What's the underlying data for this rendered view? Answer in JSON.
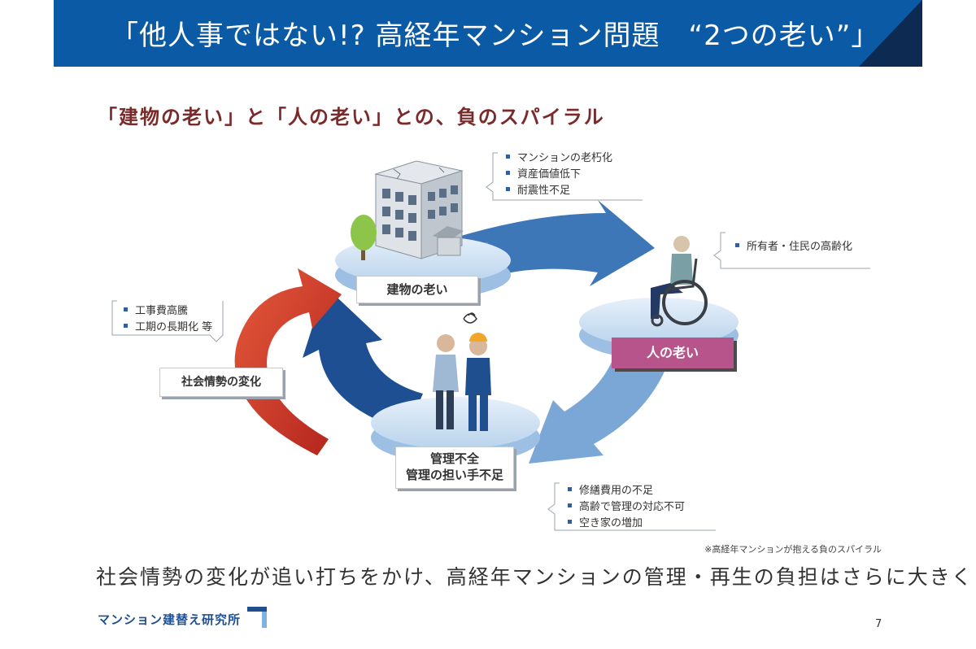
{
  "header": {
    "title": "「他人事ではない!? 高経年マンション問題　“2つの老い”」"
  },
  "subtitle": "「建物の老い」と「人の老い」との、負のスパイラル",
  "nodes": {
    "building": "建物の老い",
    "people": "人の老い",
    "management_line1": "管理不全",
    "management_line2": "管理の担い手不足",
    "social": "社会情勢の変化"
  },
  "callouts": {
    "building": [
      "マンションの老朽化",
      "資産価値低下",
      "耐震性不足"
    ],
    "people": [
      "所有者・住民の高齢化"
    ],
    "social": [
      "工事費高騰",
      "工期の長期化 等"
    ],
    "management": [
      "修繕費用の不足",
      "高齢で管理の対応不可",
      "空き家の増加"
    ]
  },
  "note": "※高経年マンションが抱える負のスパイラル",
  "bottom_text": "社会情勢の変化が追い打ちをかけ、高経年マンションの管理・再生の負担はさらに大きく",
  "logo_text": "マンション建替え研究所",
  "page_number": "7",
  "colors": {
    "header": "#0b5aa6",
    "header_corner": "#0d2a52",
    "subtitle": "#7a2a2a",
    "people_label": "#b6548b",
    "social_arrow": "#d23a2e"
  }
}
